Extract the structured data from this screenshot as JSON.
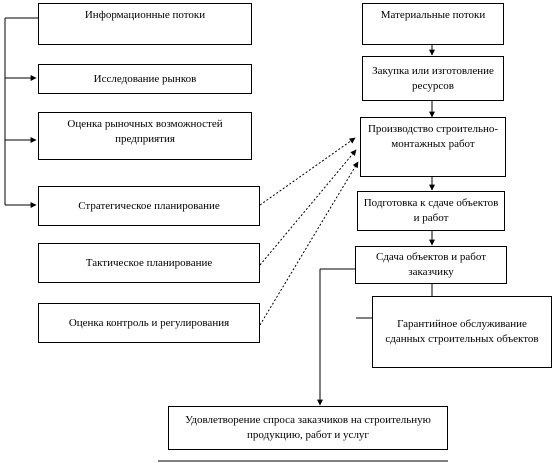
{
  "left_column": {
    "info_flows": "Информационные потоки",
    "market_research": "Исследование рынков",
    "market_assessment": "Оценка рыночных возможностей предприятия",
    "strategic_planning": "Стратегическое планирование",
    "tactical_planning": "Тактическое планирование",
    "control_regulation": "Оценка контроль и регулирования"
  },
  "right_column": {
    "material_flows": "Материальные потоки",
    "procurement": "Закупка или изготовление ресурсов",
    "construction": "Производство строительно-монтажных работ",
    "handover_prep": "Подготовка к сдаче объектов и работ",
    "handover": "Сдача объектов и работ заказчику",
    "warranty": "Гарантийное обслуживание сданных строительных объектов"
  },
  "bottom": {
    "satisfaction": "Удовлетворение спроса заказчиков на строительную продукцию, работ и услуг"
  }
}
